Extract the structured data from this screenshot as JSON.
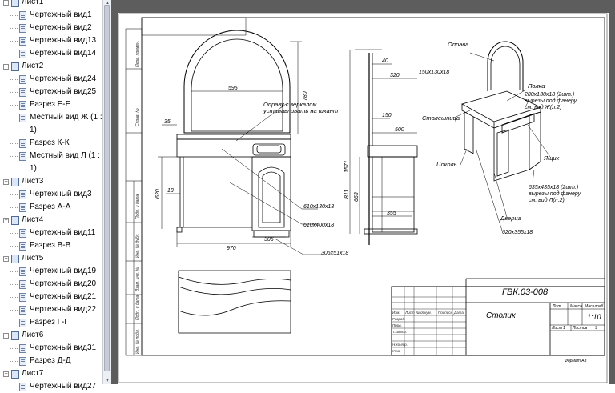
{
  "tree": {
    "items": [
      {
        "label": "Лист1",
        "type": "sheet"
      },
      {
        "label": "Чертежный вид1",
        "type": "view"
      },
      {
        "label": "Чертежный вид2",
        "type": "view"
      },
      {
        "label": "Чертежный вид13",
        "type": "view"
      },
      {
        "label": "Чертежный вид14",
        "type": "view"
      },
      {
        "label": "Лист2",
        "type": "sheet"
      },
      {
        "label": "Чертежный вид24",
        "type": "view"
      },
      {
        "label": "Чертежный вид25",
        "type": "view"
      },
      {
        "label": "Разрез Е-Е",
        "type": "view"
      },
      {
        "label": "Местный вид Ж (1 :",
        "label2": "1)",
        "type": "view"
      },
      {
        "label": "Разрез К-К",
        "type": "view"
      },
      {
        "label": "Местный вид Л (1 :",
        "label2": "1)",
        "type": "view"
      },
      {
        "label": "Лист3",
        "type": "sheet"
      },
      {
        "label": "Чертежный вид3",
        "type": "view"
      },
      {
        "label": "Разрез А-А",
        "type": "view"
      },
      {
        "label": "Лист4",
        "type": "sheet"
      },
      {
        "label": "Чертежный вид11",
        "type": "view"
      },
      {
        "label": "Разрез В-В",
        "type": "view"
      },
      {
        "label": "Лист5",
        "type": "sheet"
      },
      {
        "label": "Чертежный вид19",
        "type": "view"
      },
      {
        "label": "Чертежный вид20",
        "type": "view"
      },
      {
        "label": "Чертежный вид21",
        "type": "view"
      },
      {
        "label": "Чертежный вид22",
        "type": "view"
      },
      {
        "label": "Разрез Г-Г",
        "type": "view"
      },
      {
        "label": "Лист6",
        "type": "sheet"
      },
      {
        "label": "Чертежный вид31",
        "type": "view"
      },
      {
        "label": "Разрез Д-Д",
        "type": "view"
      },
      {
        "label": "Лист7",
        "type": "sheet"
      },
      {
        "label": "Чертежный вид27",
        "type": "view"
      }
    ]
  },
  "drawing": {
    "dims": {
      "w595": "595",
      "h780": "780",
      "h35": "35",
      "h620": "620",
      "h18": "18",
      "w970": "970",
      "w306": "306",
      "d40": "40",
      "d320": "320",
      "d150": "150",
      "d500": "500",
      "d355": "355",
      "h1571": "1571",
      "h811": "811",
      "h663": "663"
    },
    "notes": {
      "mirror_note_1": "Оправу с зеркалом",
      "mirror_note_2": "устанавливать на шкант",
      "n610x130": "610x130x18",
      "n610x400": "610x400x18",
      "n306x51": "306x51x18",
      "n150x130": "150x130x18",
      "n620x355": "620x355x18",
      "n280_1": "280x130x18 (2шт.)",
      "n280_2": "вырезы под фанеру",
      "n280_3": "см. вид Ж(л.2)",
      "n635_1": "635x435x18 (2шт.)",
      "n635_2": "вырезы под фанеру",
      "n635_3": "см. вид Л(л.2)"
    },
    "parts": {
      "frame": "Оправа",
      "shelf": "Полка",
      "tabletop": "Столешница",
      "plinth": "Цоколь",
      "drawer": "Ящик",
      "door": "Дверца"
    },
    "left_column": {
      "c1": "Перв. примен.",
      "c2": "Справ. №",
      "c3": "Подп. и дата",
      "c4": "Инв. № дубл.",
      "c5": "Взам. инв. №",
      "c6": "Подп. и дата",
      "c7": "Инв. № подл."
    },
    "title_block": {
      "designation": "ГВК.03-008",
      "name": "Столик",
      "lit_h": "Лит.",
      "mass_h": "Масса",
      "scale_h": "Масштаб",
      "scale": "1:10",
      "sheet_l": "Лист",
      "sheet_v": "1",
      "sheets_l": "Листов",
      "sheets_v": "9",
      "format": "Формат А3",
      "col_izm": "Изм.",
      "col_list": "Лист",
      "col_doc": "№ докум.",
      "col_sign": "Подпись",
      "col_date": "Дата",
      "r1": "Разраб.",
      "r2": "Пров.",
      "r3": "Т.контр.",
      "r4": "Н.контр.",
      "r5": "Утв."
    }
  }
}
